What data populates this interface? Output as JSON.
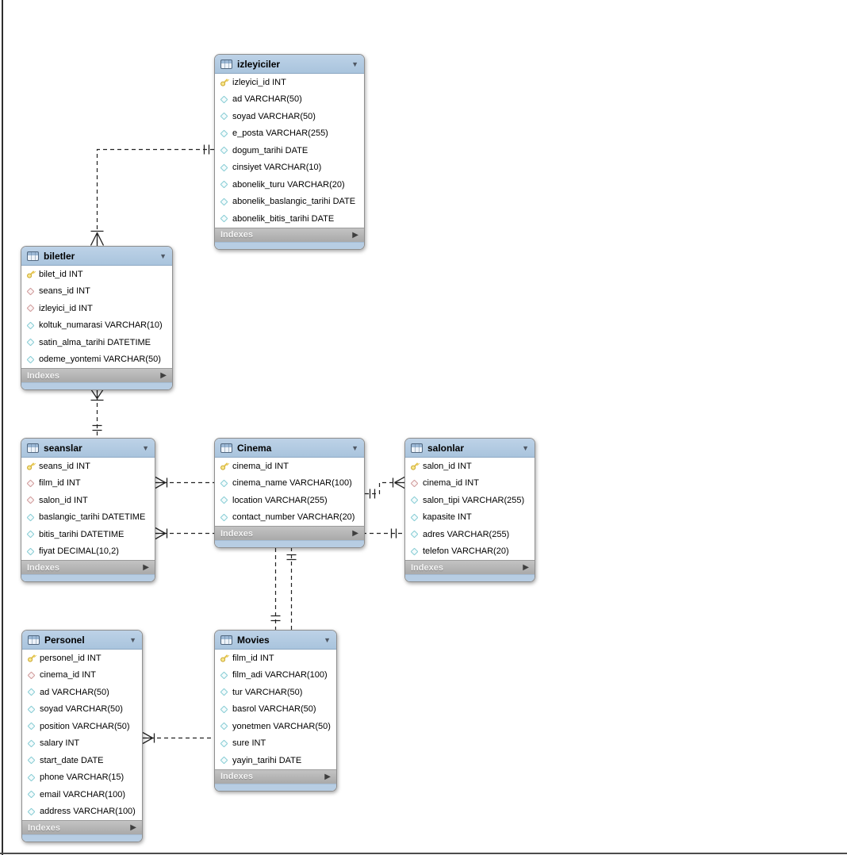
{
  "diagram": {
    "tool": "eer-diagram",
    "background_color": "#ffffff",
    "page_border_color": "#2e2e2e"
  },
  "colors": {
    "table_header": "#b3cbe2",
    "table_footer": "#b7cde3",
    "indexes_bar": "#b2b2b2",
    "primary_key_icon": "#e7c93f",
    "foreign_key_icon": "#cf9a9a",
    "column_icon": "#86ccd4",
    "relationship_line": "#222222"
  },
  "icons": {
    "collapse_glyph": "▼",
    "expand_glyph": "▶",
    "primary_key": "yellow-key",
    "foreign_key": "red-diamond-outline",
    "column": "cyan-diamond-outline",
    "table": "blue-grid-table"
  },
  "tables": [
    {
      "name": "izleyiciler",
      "indexes_label": "Indexes",
      "fields": [
        {
          "icon": "pk",
          "text": "izleyici_id INT"
        },
        {
          "icon": "col",
          "text": "ad VARCHAR(50)"
        },
        {
          "icon": "col",
          "text": "soyad VARCHAR(50)"
        },
        {
          "icon": "col",
          "text": "e_posta VARCHAR(255)"
        },
        {
          "icon": "col",
          "text": "dogum_tarihi DATE"
        },
        {
          "icon": "col",
          "text": "cinsiyet VARCHAR(10)"
        },
        {
          "icon": "col",
          "text": "abonelik_turu VARCHAR(20)"
        },
        {
          "icon": "col",
          "text": "abonelik_baslangic_tarihi DATE"
        },
        {
          "icon": "col",
          "text": "abonelik_bitis_tarihi DATE"
        }
      ]
    },
    {
      "name": "biletler",
      "indexes_label": "Indexes",
      "fields": [
        {
          "icon": "pk",
          "text": "bilet_id INT"
        },
        {
          "icon": "fk",
          "text": "seans_id INT"
        },
        {
          "icon": "fk",
          "text": "izleyici_id INT"
        },
        {
          "icon": "col",
          "text": "koltuk_numarasi VARCHAR(10)"
        },
        {
          "icon": "col",
          "text": "satin_alma_tarihi DATETIME"
        },
        {
          "icon": "col",
          "text": "odeme_yontemi VARCHAR(50)"
        }
      ]
    },
    {
      "name": "seanslar",
      "indexes_label": "Indexes",
      "fields": [
        {
          "icon": "pk",
          "text": "seans_id INT"
        },
        {
          "icon": "fk",
          "text": "film_id INT"
        },
        {
          "icon": "fk",
          "text": "salon_id INT"
        },
        {
          "icon": "col",
          "text": "baslangic_tarihi DATETIME"
        },
        {
          "icon": "col",
          "text": "bitis_tarihi DATETIME"
        },
        {
          "icon": "col",
          "text": "fiyat DECIMAL(10,2)"
        }
      ]
    },
    {
      "name": "Cinema",
      "indexes_label": "Indexes",
      "fields": [
        {
          "icon": "pk",
          "text": "cinema_id INT"
        },
        {
          "icon": "col",
          "text": "cinema_name VARCHAR(100)"
        },
        {
          "icon": "col",
          "text": "location VARCHAR(255)"
        },
        {
          "icon": "col",
          "text": "contact_number VARCHAR(20)"
        }
      ]
    },
    {
      "name": "salonlar",
      "indexes_label": "Indexes",
      "fields": [
        {
          "icon": "pk",
          "text": "salon_id INT"
        },
        {
          "icon": "fk",
          "text": "cinema_id INT"
        },
        {
          "icon": "col",
          "text": "salon_tipi VARCHAR(255)"
        },
        {
          "icon": "col",
          "text": "kapasite INT"
        },
        {
          "icon": "col",
          "text": "adres VARCHAR(255)"
        },
        {
          "icon": "col",
          "text": "telefon VARCHAR(20)"
        }
      ]
    },
    {
      "name": "Personel",
      "indexes_label": "Indexes",
      "fields": [
        {
          "icon": "pk",
          "text": "personel_id INT"
        },
        {
          "icon": "fk",
          "text": "cinema_id INT"
        },
        {
          "icon": "col",
          "text": "ad VARCHAR(50)"
        },
        {
          "icon": "col",
          "text": "soyad VARCHAR(50)"
        },
        {
          "icon": "col",
          "text": "position VARCHAR(50)"
        },
        {
          "icon": "col",
          "text": "salary INT"
        },
        {
          "icon": "col",
          "text": "start_date DATE"
        },
        {
          "icon": "col",
          "text": "phone VARCHAR(15)"
        },
        {
          "icon": "col",
          "text": "email VARCHAR(100)"
        },
        {
          "icon": "col",
          "text": "address VARCHAR(100)"
        }
      ]
    },
    {
      "name": "Movies",
      "indexes_label": "Indexes",
      "fields": [
        {
          "icon": "pk",
          "text": "film_id INT"
        },
        {
          "icon": "col",
          "text": "film_adi VARCHAR(100)"
        },
        {
          "icon": "col",
          "text": "tur VARCHAR(50)"
        },
        {
          "icon": "col",
          "text": "basrol VARCHAR(50)"
        },
        {
          "icon": "col",
          "text": "yonetmen VARCHAR(50)"
        },
        {
          "icon": "col",
          "text": "sure INT"
        },
        {
          "icon": "col",
          "text": "yayin_tarihi DATE"
        }
      ]
    }
  ],
  "relationships": [
    {
      "one_side": "izleyiciler",
      "many_side": "biletler",
      "via": "izleyici_id",
      "style": "dashed",
      "notation": "crow-foot"
    },
    {
      "one_side": "seanslar",
      "many_side": "biletler",
      "via": "seans_id",
      "style": "dashed",
      "notation": "crow-foot"
    },
    {
      "one_side": "Movies",
      "many_side": "seanslar",
      "via": "film_id",
      "style": "dashed",
      "notation": "crow-foot"
    },
    {
      "one_side": "salonlar",
      "many_side": "seanslar",
      "via": "salon_id",
      "style": "dashed",
      "notation": "crow-foot"
    },
    {
      "one_side": "Cinema",
      "many_side": "salonlar",
      "via": "cinema_id",
      "style": "dashed",
      "notation": "crow-foot"
    },
    {
      "one_side": "Cinema",
      "many_side": "Personel",
      "via": "cinema_id",
      "style": "dashed",
      "notation": "crow-foot"
    }
  ]
}
